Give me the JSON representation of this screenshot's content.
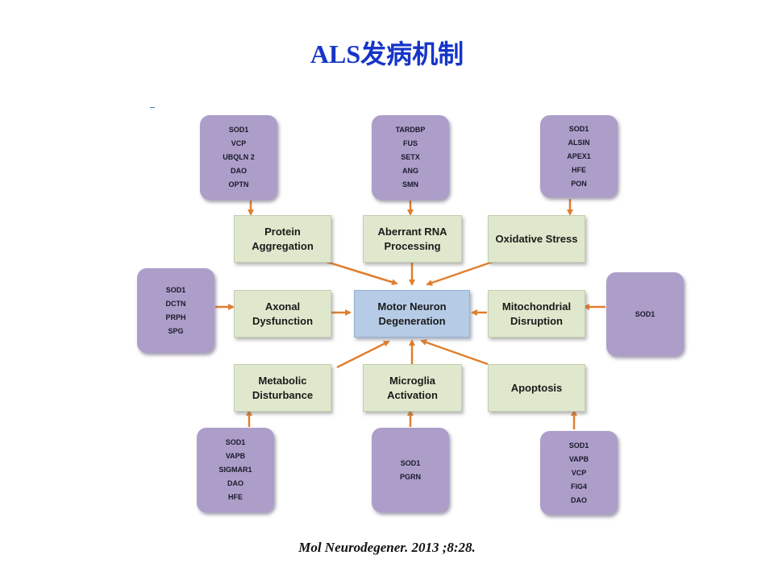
{
  "title": "ALS发病机制",
  "citation": "Mol Neurodegener. 2013 ;8:28.",
  "colors": {
    "title": "#1535c8",
    "gene_box": "#ac9ec9",
    "mechanism_box": "#dfe8cc",
    "center_box": "#b6cce6",
    "arrow": "#e07f2e"
  },
  "center": {
    "label": "Motor Neuron\nDegeneration"
  },
  "mechanisms": [
    {
      "id": "protein",
      "label": "Protein\nAggregation"
    },
    {
      "id": "rna",
      "label": "Aberrant RNA\nProcessing"
    },
    {
      "id": "oxidative",
      "label": "Oxidative Stress"
    },
    {
      "id": "axonal",
      "label": "Axonal\nDysfunction"
    },
    {
      "id": "mito",
      "label": "Mitochondrial\nDisruption"
    },
    {
      "id": "metabolic",
      "label": "Metabolic\nDisturbance"
    },
    {
      "id": "microglia",
      "label": "Microglia\nActivation"
    },
    {
      "id": "apoptosis",
      "label": "Apoptosis"
    }
  ],
  "gene_groups": [
    {
      "id": "protein",
      "genes": [
        "SOD1",
        "VCP",
        "UBQLN 2",
        "DAO",
        "OPTN"
      ]
    },
    {
      "id": "rna",
      "genes": [
        "TARDBP",
        "FUS",
        "SETX",
        "ANG",
        "SMN"
      ]
    },
    {
      "id": "oxidative",
      "genes": [
        "SOD1",
        "ALSIN",
        "APEX1",
        "HFE",
        "PON"
      ]
    },
    {
      "id": "axonal",
      "genes": [
        "SOD1",
        "DCTN",
        "PRPH",
        "SPG"
      ]
    },
    {
      "id": "mito",
      "genes": [
        "SOD1"
      ]
    },
    {
      "id": "metabolic",
      "genes": [
        "SOD1",
        "VAPB",
        "SIGMAR1",
        "DAO",
        "HFE"
      ]
    },
    {
      "id": "microglia",
      "genes": [
        "SOD1",
        "PGRN"
      ]
    },
    {
      "id": "apoptosis",
      "genes": [
        "SOD1",
        "VAPB",
        "VCP",
        "FIG4",
        "DAO"
      ]
    }
  ]
}
